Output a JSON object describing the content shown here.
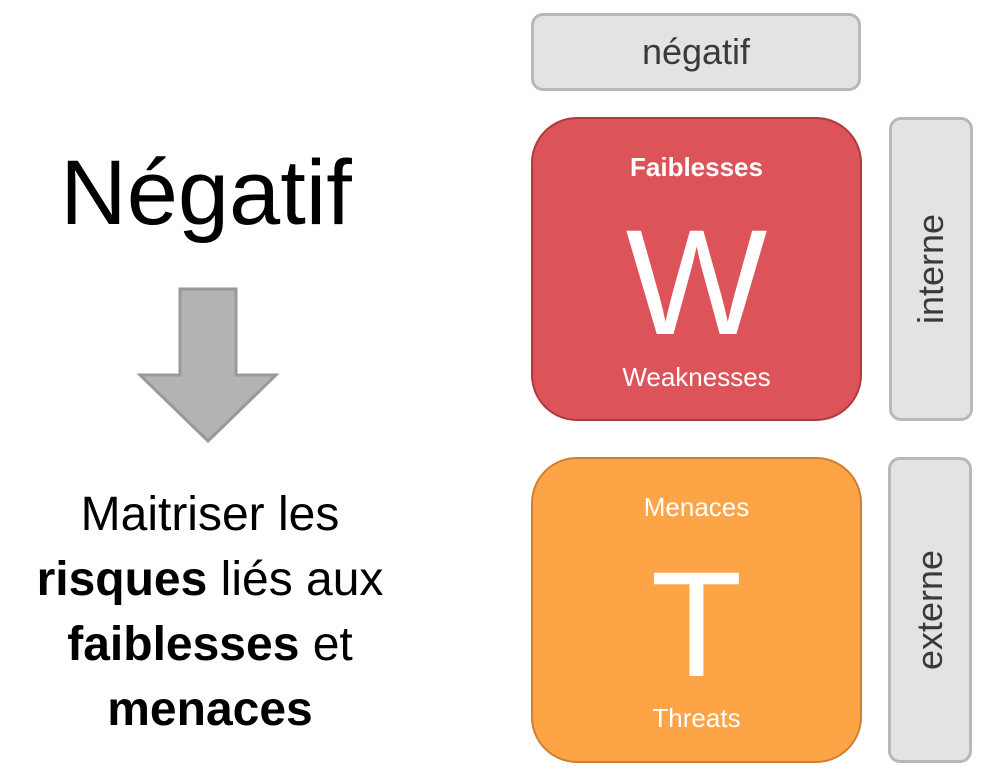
{
  "left": {
    "heading": "Négatif",
    "arrow_icon": "down-arrow-icon",
    "arrow_color": "#b3b3b3",
    "summary": {
      "line1": "Maitriser les",
      "line2_bold": "risques",
      "line2_rest": " liés aux",
      "line3_bold": "faiblesses",
      "line3_rest": " et",
      "line4_bold": "menaces"
    }
  },
  "column_header": "négatif",
  "quadrants": [
    {
      "top_label": "Faiblesses",
      "letter": "W",
      "bottom_label": "Weaknesses",
      "color": "#dc5459",
      "side_label": "interne"
    },
    {
      "top_label": "Menaces",
      "letter": "T",
      "bottom_label": "Threats",
      "color": "#fda447",
      "side_label": "externe"
    }
  ]
}
